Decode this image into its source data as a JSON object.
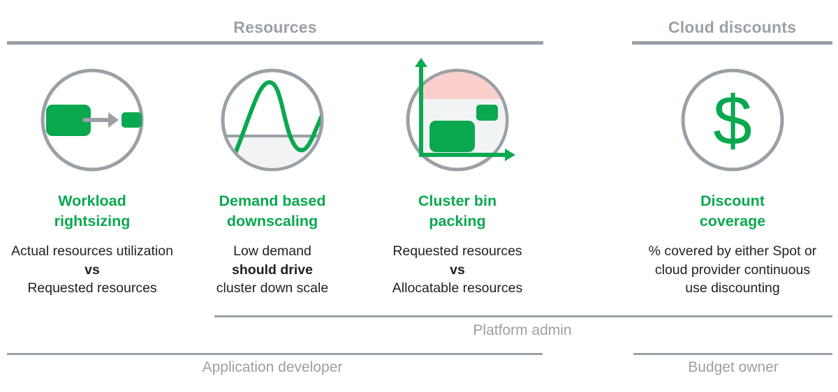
{
  "header": {
    "resources_label": "Resources",
    "cloud_discounts_label": "Cloud discounts"
  },
  "colors": {
    "green": "#0AA84F",
    "gray": "#9AA0A6",
    "pink": "#FBD0CC",
    "light_gray": "#F1F3F4",
    "body_text": "#202124"
  },
  "columns": [
    {
      "icon": "rightsizing-icon",
      "title_line1": "Workload",
      "title_line2": "rightsizing",
      "desc_line1": "Actual resources utilization",
      "desc_line2": "vs",
      "desc_line3": "Requested resources"
    },
    {
      "icon": "demand-wave-icon",
      "title_line1": "Demand based",
      "title_line2": "downscaling",
      "desc_line1": "Low demand",
      "desc_line2": "should drive",
      "desc_line3": "cluster down scale"
    },
    {
      "icon": "bin-packing-chart-icon",
      "title_line1": "Cluster bin",
      "title_line2": "packing",
      "desc_line1": "Requested resources",
      "desc_line2": "vs",
      "desc_line3": "Allocatable resources"
    },
    {
      "icon": "dollar-icon",
      "title_line1": "Discount",
      "title_line2": "coverage",
      "desc_line1": "% covered by either Spot or",
      "desc_line2": "cloud provider continuous",
      "desc_line3": "use discounting",
      "dollar_glyph": "$"
    }
  ],
  "roles": {
    "platform_admin": "Platform admin",
    "application_developer": "Application developer",
    "budget_owner": "Budget owner"
  }
}
